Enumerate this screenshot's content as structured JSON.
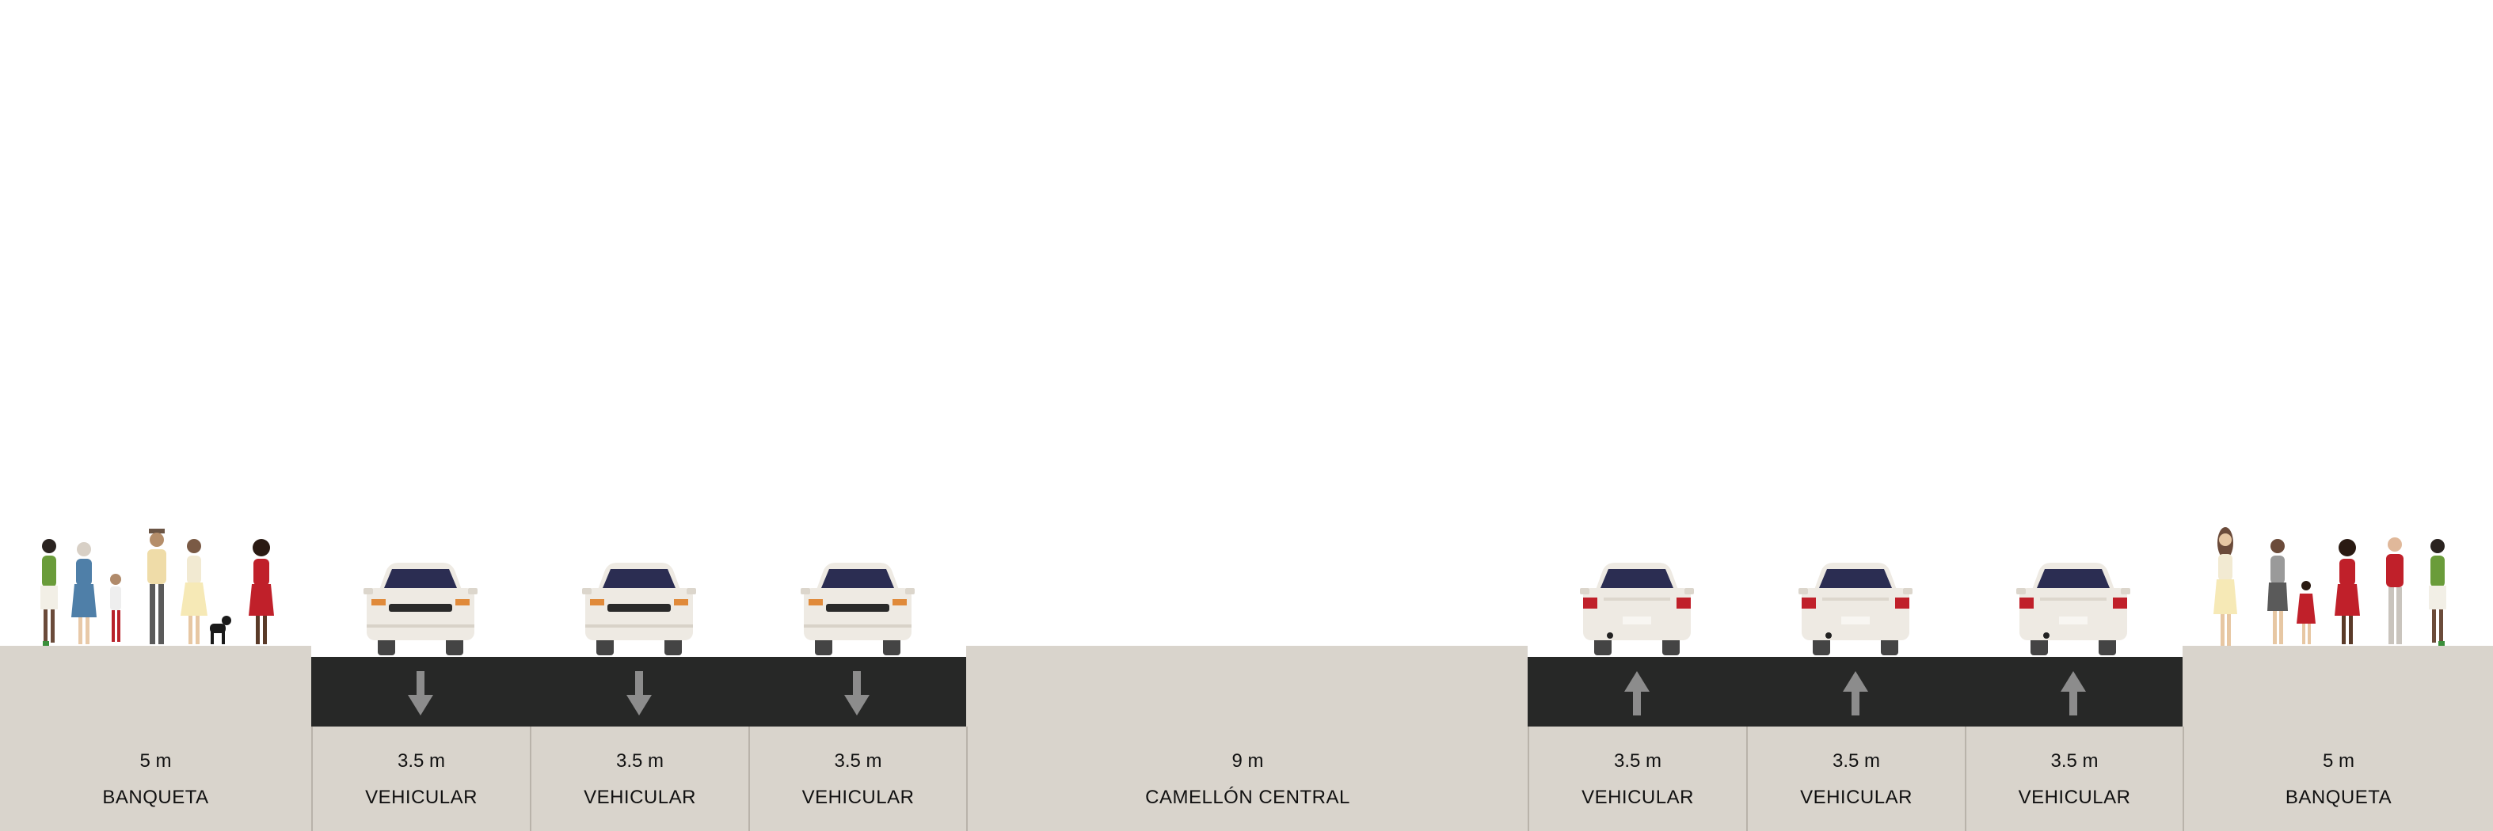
{
  "colors": {
    "sidewalk": "#d9d4cc",
    "asphalt": "#272827",
    "arrow": "#8c8c8c",
    "car_body": "#eeeae3",
    "windshield": "#2b2d52",
    "tail_light": "#c0202a"
  },
  "segments": [
    {
      "width": "5 m",
      "name": "BANQUETA",
      "kind": "sidewalk"
    },
    {
      "width": "3.5 m",
      "name": "VEHICULAR",
      "kind": "lane",
      "direction": "inbound"
    },
    {
      "width": "3.5 m",
      "name": "VEHICULAR",
      "kind": "lane",
      "direction": "inbound"
    },
    {
      "width": "3.5 m",
      "name": "VEHICULAR",
      "kind": "lane",
      "direction": "inbound"
    },
    {
      "width": "9 m",
      "name": "CAMELLÓN CENTRAL",
      "kind": "median"
    },
    {
      "width": "3.5 m",
      "name": "VEHICULAR",
      "kind": "lane",
      "direction": "outbound"
    },
    {
      "width": "3.5 m",
      "name": "VEHICULAR",
      "kind": "lane",
      "direction": "outbound"
    },
    {
      "width": "3.5 m",
      "name": "VEHICULAR",
      "kind": "lane",
      "direction": "outbound"
    },
    {
      "width": "5 m",
      "name": "BANQUETA",
      "kind": "sidewalk"
    }
  ]
}
